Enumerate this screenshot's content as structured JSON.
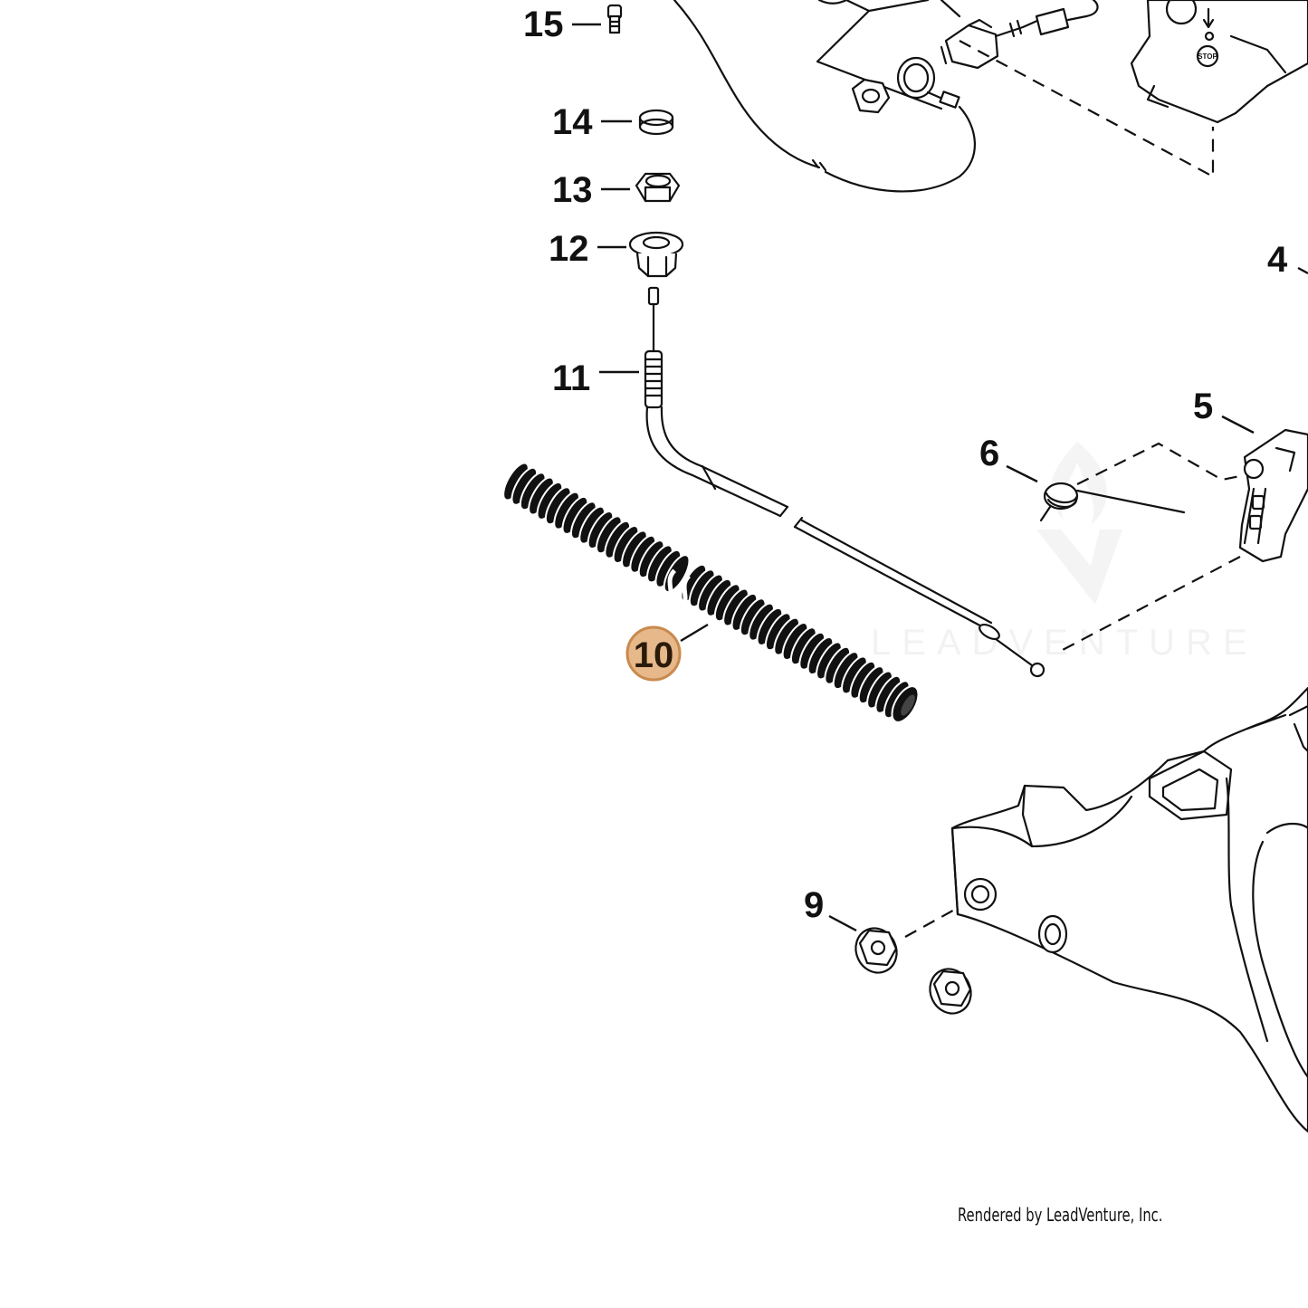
{
  "diagram": {
    "callouts": [
      {
        "id": "15",
        "label": "15",
        "highlighted": false
      },
      {
        "id": "14",
        "label": "14",
        "highlighted": false
      },
      {
        "id": "13",
        "label": "13",
        "highlighted": false
      },
      {
        "id": "12",
        "label": "12",
        "highlighted": false
      },
      {
        "id": "11",
        "label": "11",
        "highlighted": false
      },
      {
        "id": "10",
        "label": "10",
        "highlighted": true
      },
      {
        "id": "9",
        "label": "9",
        "highlighted": false
      },
      {
        "id": "6",
        "label": "6",
        "highlighted": false
      },
      {
        "id": "5",
        "label": "5",
        "highlighted": false
      },
      {
        "id": "4",
        "label": "4",
        "highlighted": false
      }
    ],
    "highlight_fill": "#e6b88a",
    "highlight_stroke": "#c98a4e",
    "stop_label": "STOP",
    "watermark": "LEADVENTURE",
    "footer": "Rendered by LeadVenture, Inc."
  }
}
